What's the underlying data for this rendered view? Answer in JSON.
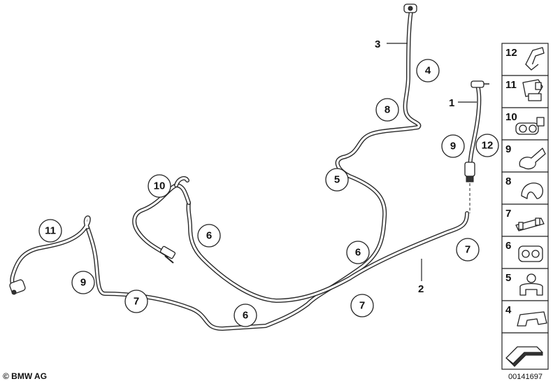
{
  "copyright": "© BMW AG",
  "diagram_id": "00141697",
  "line_labels": [
    "1",
    "2",
    "3"
  ],
  "callouts": [
    "4",
    "8",
    "5",
    "6",
    "7",
    "9",
    "12",
    "10",
    "11",
    "6",
    "9",
    "7",
    "6",
    "7"
  ],
  "legend_numbers": [
    "12",
    "11",
    "10",
    "9",
    "8",
    "7",
    "6",
    "5",
    "4"
  ]
}
